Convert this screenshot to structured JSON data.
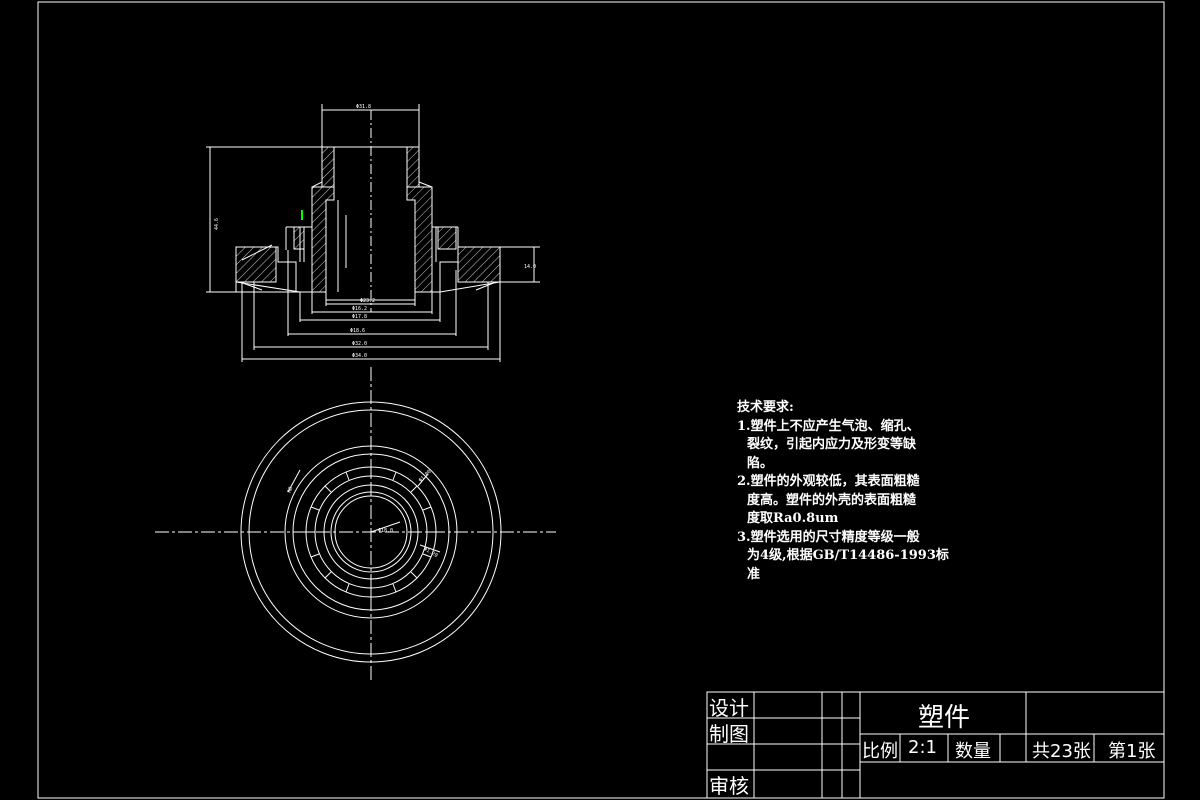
{
  "technical_requirements": {
    "heading": "技术要求:",
    "lines": [
      "1.塑件上不应产生气泡、缩孔、",
      "裂纹，引起内应力及形变等缺",
      "陷。",
      "2.塑件的外观较低，其表面粗糙",
      "度高。塑件的外壳的表面粗糙",
      "度取Ra0.8um",
      "3.塑件选用的尺寸精度等级一般",
      "为4级,根据GB/T14486-1993标",
      "准"
    ]
  },
  "title_block": {
    "design": "设计",
    "draw": "制图",
    "review": "审核",
    "part_name": "塑件",
    "scale_label": "比例",
    "scale_value": "2:1",
    "quantity_label": "数量",
    "total_sheets": "共23张",
    "sheet_no": "第1张"
  },
  "colors": {
    "background": "#000000",
    "line": "#ffffff",
    "marker": "#00ff00"
  }
}
